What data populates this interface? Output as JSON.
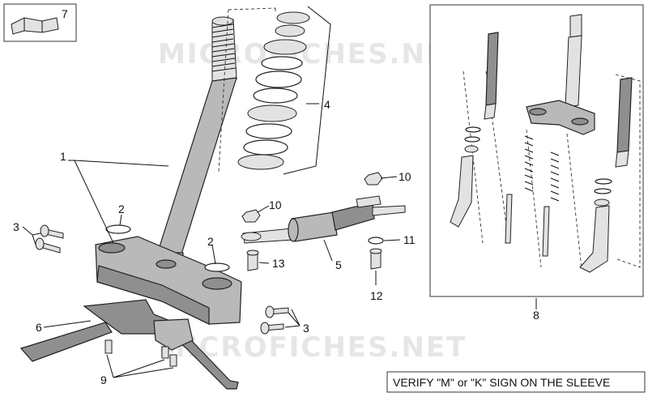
{
  "watermarks": [
    "MICROFICHES.NET",
    "MICROFICHES.NET"
  ],
  "callouts": {
    "c1": "1",
    "c2a": "2",
    "c2b": "2",
    "c3a": "3",
    "c3b": "3",
    "c4": "4",
    "c5": "5",
    "c6": "6",
    "c7": "7",
    "c8": "8",
    "c9": "9",
    "c10a": "10",
    "c10b": "10",
    "c11": "11",
    "c12": "12",
    "c13": "13"
  },
  "note": "VERIFY \"M\" or \"K\" SIGN ON THE SLEEVE"
}
